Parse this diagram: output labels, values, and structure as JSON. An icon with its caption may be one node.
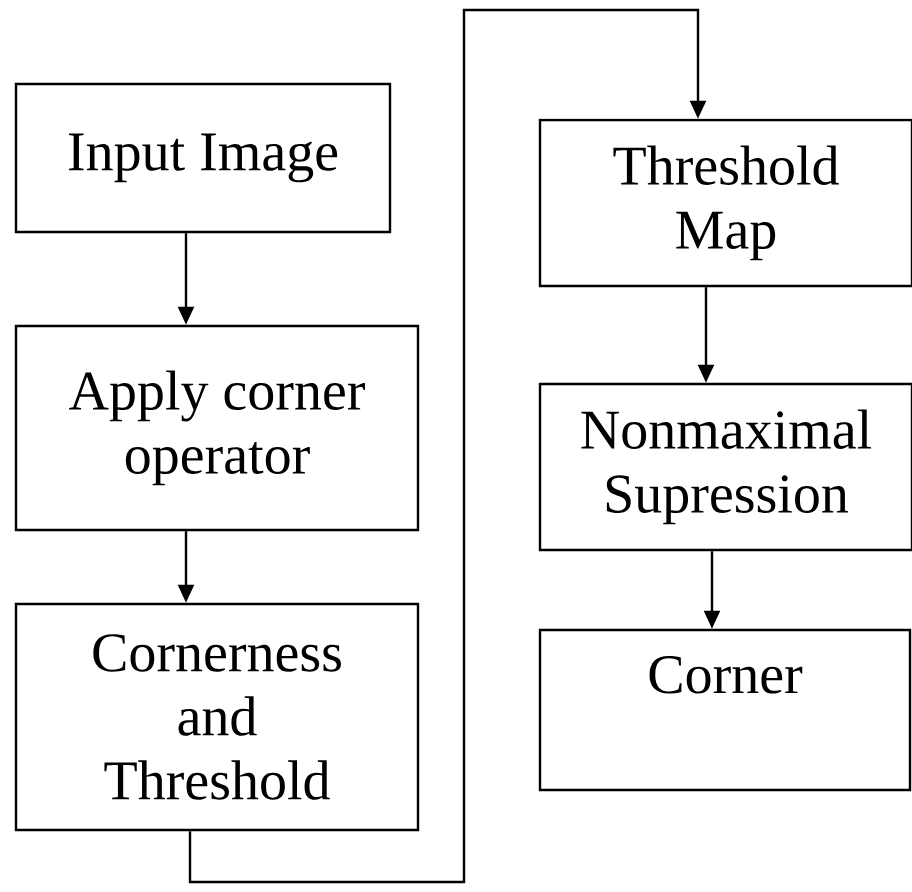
{
  "diagram": {
    "nodes": [
      {
        "text": [
          "Input Image"
        ]
      },
      {
        "text": [
          "Apply corner operator"
        ]
      },
      {
        "text": [
          "Cornerness and Threshold"
        ]
      },
      {
        "text": [
          "Threshold Map"
        ]
      },
      {
        "text": [
          "Nonmaximal Supression"
        ]
      },
      {
        "text": [
          "Corner"
        ]
      }
    ],
    "edges": [
      {
        "from": 0,
        "to": 1,
        "arrow": "to"
      },
      {
        "from": 1,
        "to": 2,
        "arrow": "to"
      },
      {
        "from": 2,
        "to": 3,
        "arrow": "to"
      },
      {
        "from": 3,
        "to": 4,
        "arrow": "to"
      },
      {
        "from": 4,
        "to": 5,
        "arrow": "to"
      }
    ]
  }
}
